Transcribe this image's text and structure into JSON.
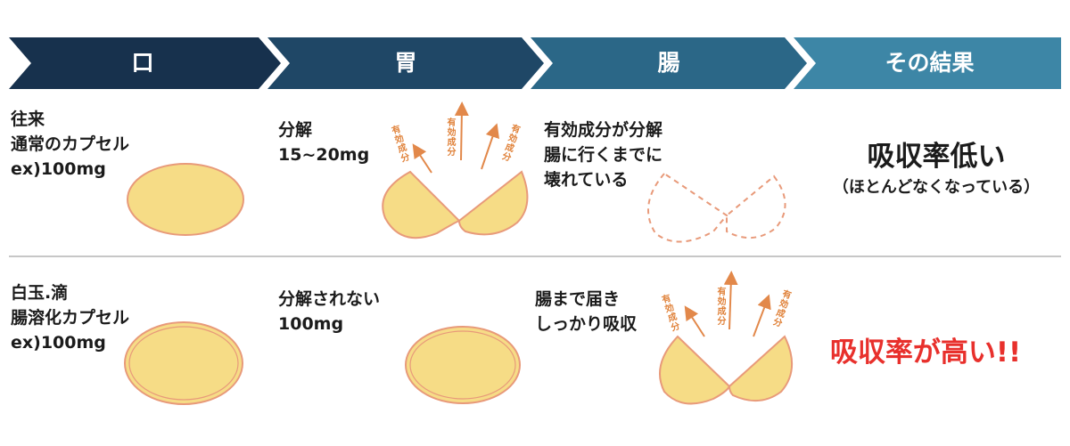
{
  "header": {
    "steps": [
      {
        "label": "口",
        "color": "#17314d"
      },
      {
        "label": "胃",
        "color": "#1f4766"
      },
      {
        "label": "腸",
        "color": "#2b6787"
      },
      {
        "label": "その結果",
        "color": "#3d86a6"
      }
    ]
  },
  "rows": [
    {
      "mouth_text": "往来\n通常のカプセル\nex)100mg",
      "stomach_text": "分解\n15~20mg",
      "intestine_text": "有効成分が分解\n腸に行くまでに\n壊れている",
      "result": "吸収率低い",
      "result_sub": "（ほとんどなくなっている）",
      "arrow_label": "有効成分"
    },
    {
      "mouth_text": "白玉.滴\n腸溶化カプセル\nex)100mg",
      "stomach_text": "分解されない\n100mg",
      "intestine_text": "腸まで届き\nしっかり吸収",
      "result": "吸収率が高い!!",
      "arrow_label": "有効成分"
    }
  ],
  "colors": {
    "capsule_fill": "#f6dc86",
    "capsule_stroke": "#e89a7a",
    "arrow": "#e2884a",
    "result_high": "#e8302c"
  }
}
